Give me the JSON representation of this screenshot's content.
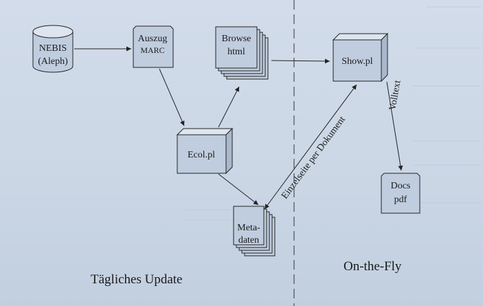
{
  "nodes": {
    "nebis": {
      "line1": "NEBIS",
      "line2": "(Aleph)"
    },
    "auszug": {
      "line1": "Auszug",
      "line2": "MARC"
    },
    "browse": {
      "line1": "Browse",
      "line2": "html"
    },
    "ecol": {
      "label": "Ecol.pl"
    },
    "show": {
      "label": "Show.pl"
    },
    "meta": {
      "line1": "Meta-",
      "line2": "daten"
    },
    "docs": {
      "line1": "Docs",
      "line2": "pdf"
    }
  },
  "edges": {
    "einzelseite": "Einzelseite per Dokument",
    "volltext": "Volltext"
  },
  "regions": {
    "left": "Tägliches Update",
    "right": "On-the-Fly"
  },
  "colors": {
    "background": "#cbd7e5",
    "node_fill": "#c0cddf",
    "stroke": "#222222"
  }
}
